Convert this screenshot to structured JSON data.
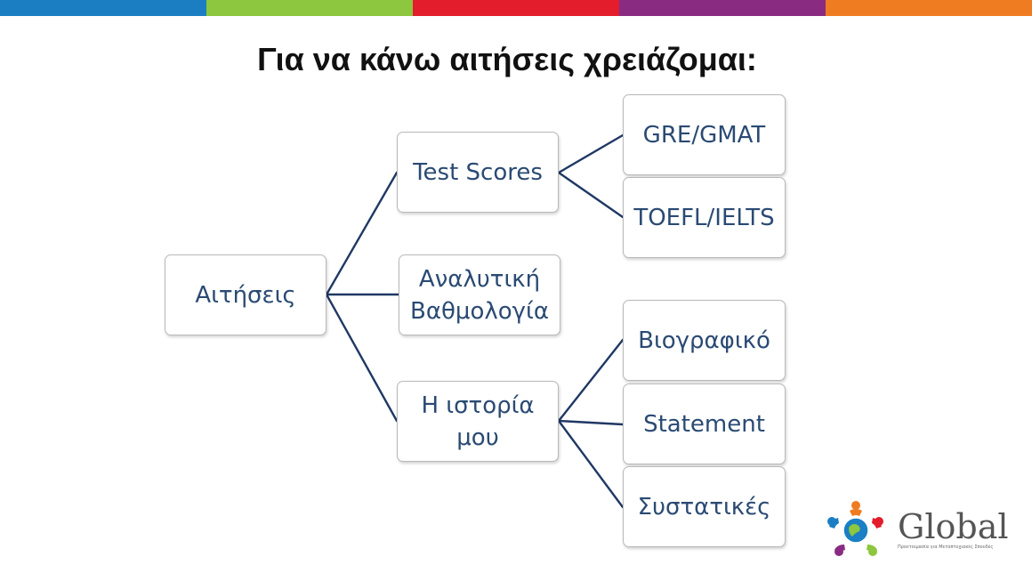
{
  "colors": {
    "topbar": [
      "#1b7ec2",
      "#8dc63f",
      "#e31d2b",
      "#8a2b82",
      "#f07c22"
    ],
    "connector": "#1f3864",
    "node_text": "#2a4a73"
  },
  "title": "Για να κάνω αιτήσεις χρειάζομαι:",
  "diagram": {
    "root": "Αιτήσεις",
    "branches": [
      {
        "label": "Test Scores",
        "children": [
          "GRE/GMAT",
          "TOEFL/IELTS"
        ]
      },
      {
        "label": "Αναλυτική Βαθμολογία",
        "children": []
      },
      {
        "label": "Η ιστορία μου",
        "children": [
          "Βιογραφικό",
          "Statement",
          "Συστατικές"
        ]
      }
    ]
  },
  "logo": {
    "name": "Global",
    "tagline": "Προετοιμασία για Μεταπτυχιακές Σπουδές",
    "icon": "people-circle-globe-icon"
  }
}
